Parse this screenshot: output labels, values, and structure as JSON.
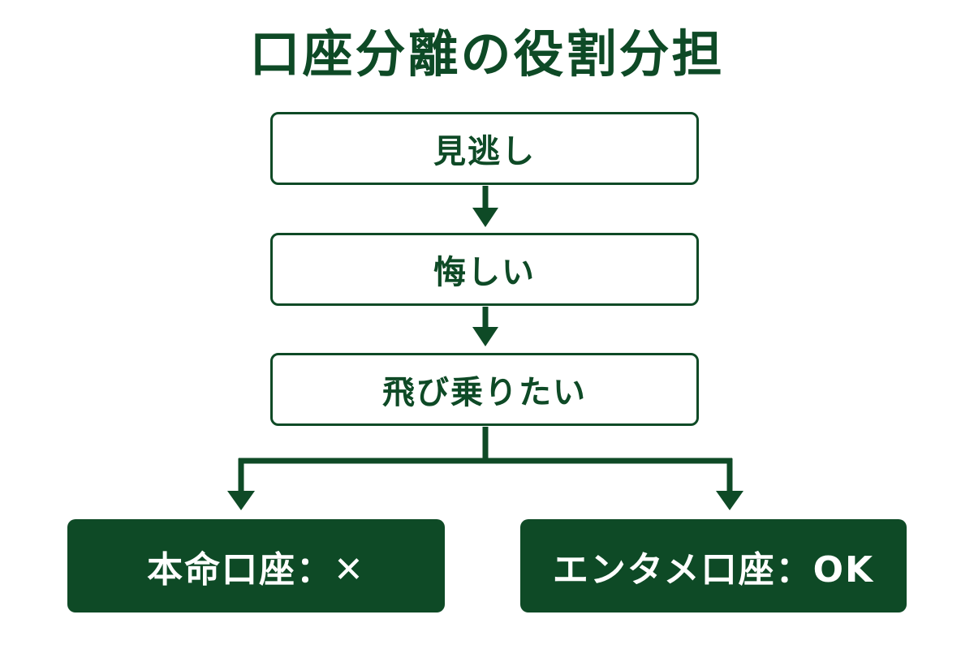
{
  "title": "口座分離の役割分担",
  "flow": {
    "steps": [
      {
        "label": "見逃し"
      },
      {
        "label": "悔しい"
      },
      {
        "label": "飛び乗りたい"
      }
    ],
    "outcomes": [
      {
        "label": "本命口座：✕"
      },
      {
        "label": "エンタメ口座：OK"
      }
    ]
  },
  "colors": {
    "primary": "#0e4a26",
    "background": "#ffffff",
    "outcome_text": "#ffffff"
  }
}
